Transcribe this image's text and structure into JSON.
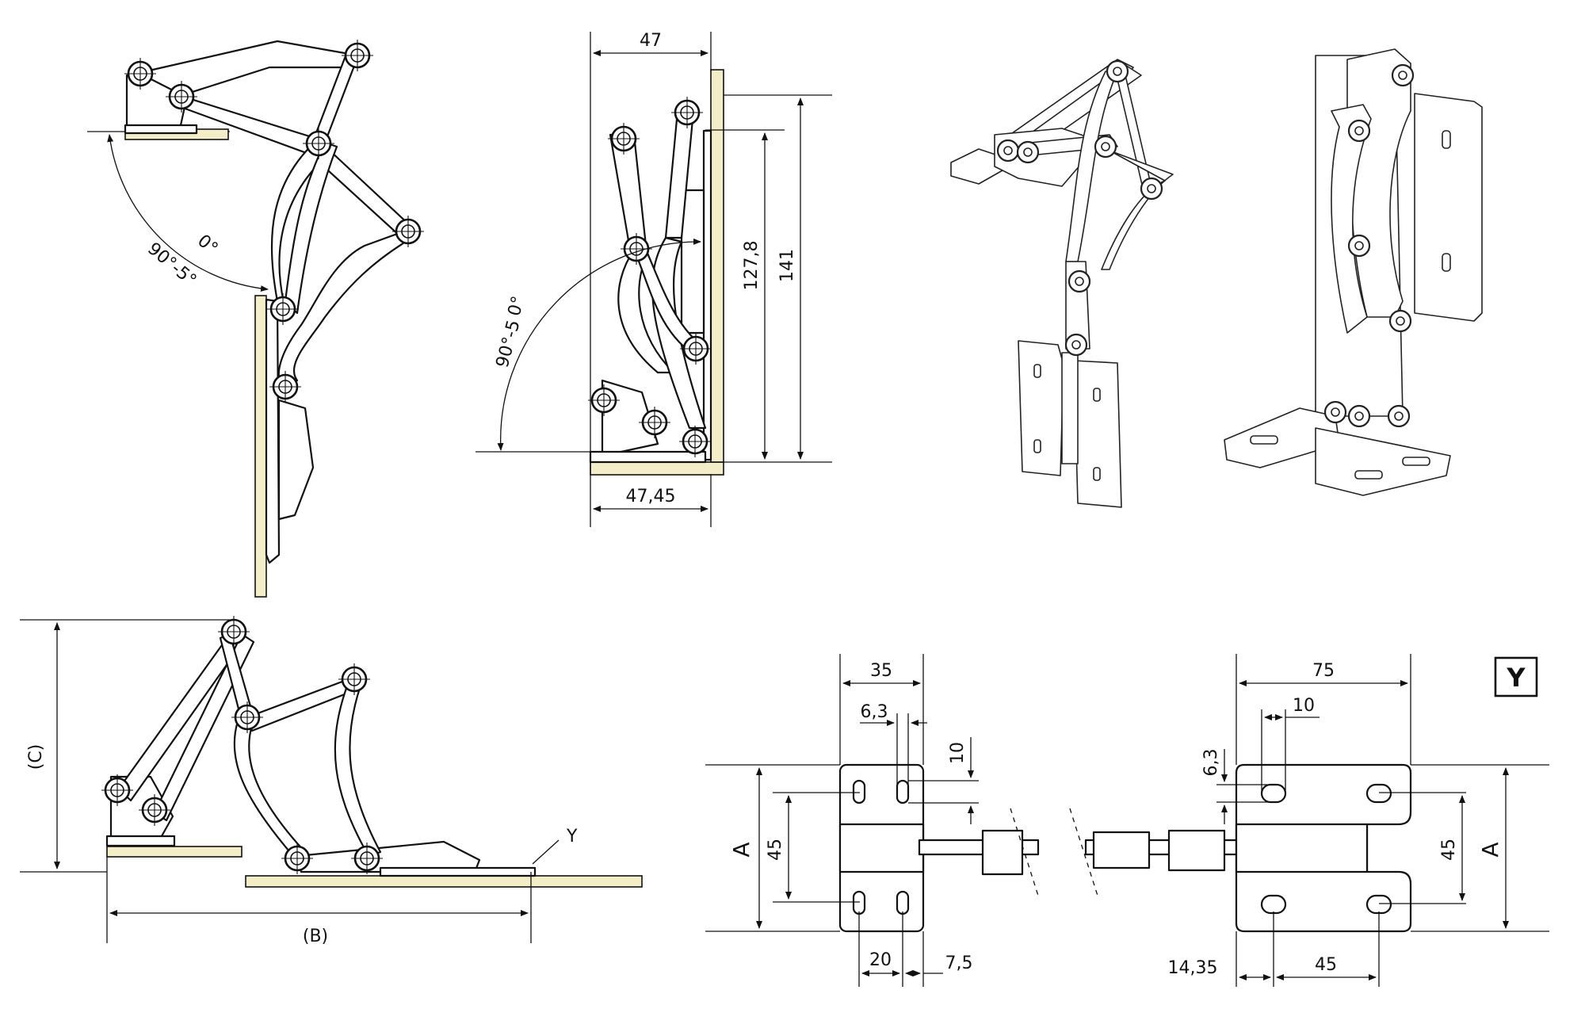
{
  "drawing": {
    "labels": {
      "w47": "47",
      "w4745": "47,45",
      "h1278": "127,8",
      "h141": "141",
      "angle_a": "90°-5°",
      "angle_a0": "0°",
      "angle_b": "90°-5",
      "angle_b0": "0°",
      "dimC": "(C)",
      "dimB": "(B)",
      "markY": "Y",
      "d35": "35",
      "d63a": "6,3",
      "d10a": "10",
      "d45a": "45",
      "dAa": "A",
      "d20": "20",
      "d75a": "7,5",
      "d75": "75",
      "d10b": "10",
      "d63b": "6,3",
      "d45b": "45",
      "dAb": "A",
      "d1435": "14,35",
      "d45c": "45",
      "detailY": "Y"
    },
    "colors": {
      "wood": "#f3edc8",
      "line": "#111111"
    }
  }
}
